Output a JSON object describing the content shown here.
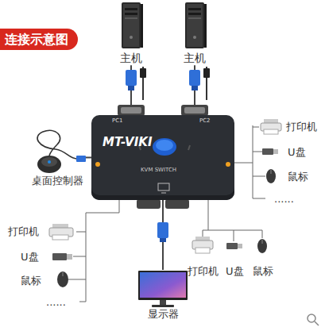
{
  "diagram": {
    "title": "连接示意图",
    "nodes": [
      {
        "text": [
          "主机"
        ]
      },
      {
        "text": [
          "主机"
        ]
      },
      {
        "text": [
          "PC1",
          "PC2",
          "MT-VIKI",
          "KVM SWITCH"
        ]
      },
      {
        "text": [
          "桌面控制器"
        ]
      },
      {
        "text": [
          "显示器"
        ]
      }
    ],
    "edges": [
      {
        "from": 0,
        "to": 2,
        "arrow": "none"
      },
      {
        "from": 1,
        "to": 2,
        "arrow": "none"
      },
      {
        "from": 3,
        "to": 2,
        "arrow": "none"
      },
      {
        "from": 2,
        "to": 4,
        "arrow": "none"
      }
    ],
    "labels": [
      "打印机",
      "U盘",
      "鼠标",
      "......",
      "打印机",
      "U盘",
      "鼠标",
      "......",
      "打印机",
      "U盘",
      "鼠标"
    ]
  }
}
